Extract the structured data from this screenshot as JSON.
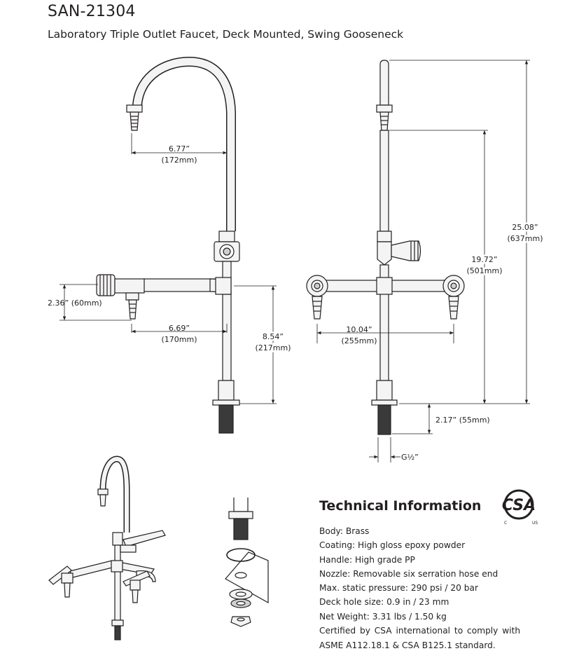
{
  "header": {
    "model": "SAN-21304",
    "description": "Laboratory Triple Outlet Faucet, Deck Mounted, Swing Gooseneck"
  },
  "dimensions": {
    "reach_in": "6.77”",
    "reach_mm": "(172mm)",
    "side_drop": "2.36” (60mm)",
    "side_reach_in": "6.69”",
    "side_reach_mm": "(170mm)",
    "outlet_height_in": "8.54”",
    "outlet_height_mm": "(217mm)",
    "total_height_in": "25.08”",
    "total_height_mm": "(637mm)",
    "nozzle_height_in": "19.72”",
    "nozzle_height_mm": "(501mm)",
    "span_in": "10.04”",
    "span_mm": "(255mm)",
    "shank": "2.17” (55mm)",
    "thread": "G½”"
  },
  "certification": {
    "mark": "CSA",
    "left_small": "C",
    "right_small": "US"
  },
  "tech": {
    "heading": "Technical Information",
    "specs": [
      "Body: Brass",
      "Coating: High gloss epoxy powder",
      "Handle: High grade PP",
      "Nozzle: Removable six serration hose end",
      "Max. static pressure: 290 psi / 20 bar",
      "Deck hole size: 0.9 in / 23 mm",
      "Net Weight: 3.31 lbs / 1.50 kg"
    ],
    "certified_line1": "Certified by CSA international to comply with",
    "certified_line2": "ASME A112.18.1 & CSA B125.1 standard."
  },
  "colors": {
    "line": "#231f20",
    "metal": "#f4f4f4",
    "thread": "#3a3a3a"
  }
}
